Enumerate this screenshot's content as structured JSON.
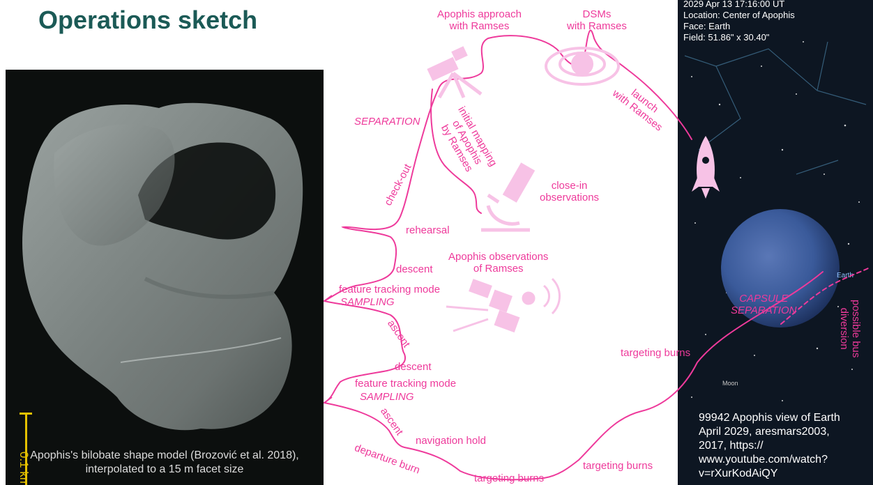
{
  "slide": {
    "title": "Operations sketch"
  },
  "left_figure": {
    "scale_label": "0.1 km",
    "caption_line1": "Apophis's bilobate shape model (Brozović et al. 2018),",
    "caption_line2": "interpolated to a 15 m facet size"
  },
  "right_figure": {
    "info_line1": "2029 Apr 13 17:16:00 UT",
    "info_line2": "Location: Center of Apophis",
    "info_line3": "Face: Earth",
    "info_line4": "Field: 51.86\" x 30.40\"",
    "earth_label": "Earth",
    "moon_label": "Moon",
    "credit_line1": "99942 Apophis view of Earth",
    "credit_line2": "April 2029, aresmars2003,",
    "credit_line3": "2017, https://",
    "credit_line4": "www.youtube.com/watch?",
    "credit_line5": "v=rXurKodAiQY"
  },
  "diagram": {
    "accent_color": "#ee3a9b",
    "icon_color": "#f7c2e6",
    "labels": {
      "apophis_approach_1": "Apophis approach",
      "apophis_approach_2": "with Ramses",
      "dsms_1": "DSMs",
      "dsms_2": "with Ramses",
      "launch_1": "launch",
      "launch_2": "with Ramses",
      "separation": "SEPARATION",
      "initial_mapping_1": "initial mapping",
      "initial_mapping_2": "of Apophis",
      "initial_mapping_3": "by Ramses",
      "check_out": "check-out",
      "close_in_1": "close-in",
      "close_in_2": "observations",
      "rehearsal": "rehearsal",
      "apophis_obs_1": "Apophis observations",
      "apophis_obs_2": "of Ramses",
      "descent_1": "descent",
      "feature_tracking_1": "feature tracking mode",
      "sampling_1": "SAMPLING",
      "ascent_1": "ascent",
      "descent_2": "descent",
      "feature_tracking_2": "feature tracking mode",
      "sampling_2": "SAMPLING",
      "ascent_2": "ascent",
      "navigation_hold": "navigation hold",
      "departure_burn": "departure burn",
      "targeting_burns_1": "targeting burns",
      "targeting_burns_2": "targeting burns",
      "targeting_burns_3": "targeting burns",
      "capsule_separation_1": "CAPSULE",
      "capsule_separation_2": "SEPARATION",
      "possible_bus_diversion_1": "possible bus",
      "possible_bus_diversion_2": "diversion"
    },
    "icons": [
      "telescope-icon",
      "solar-system-icon",
      "rocket-icon",
      "microscope-icon",
      "satellite-icon"
    ]
  }
}
